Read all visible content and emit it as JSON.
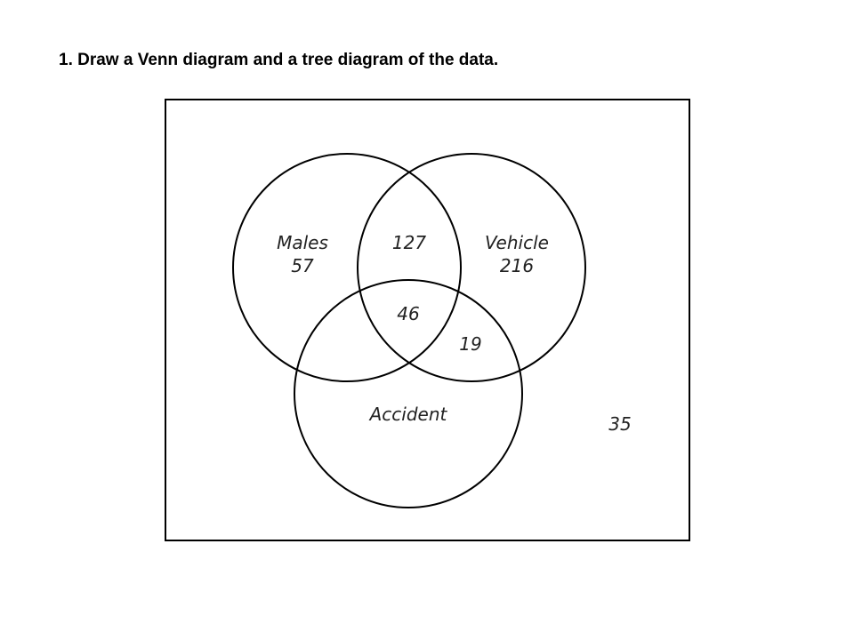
{
  "question": {
    "text": "1. Draw a Venn diagram and a tree diagram of the data."
  },
  "venn": {
    "sets": [
      {
        "id": "males",
        "label": "Males"
      },
      {
        "id": "vehicle",
        "label": "Vehicle"
      },
      {
        "id": "accident",
        "label": "Accident"
      }
    ],
    "regions": {
      "males_only": "57",
      "vehicle_only": "216",
      "males_and_vehicle_only": "127",
      "all_three": "46",
      "vehicle_and_accident_only": "19",
      "outside": "35"
    },
    "colors": {
      "line": "#000000",
      "text": "#222222"
    }
  }
}
